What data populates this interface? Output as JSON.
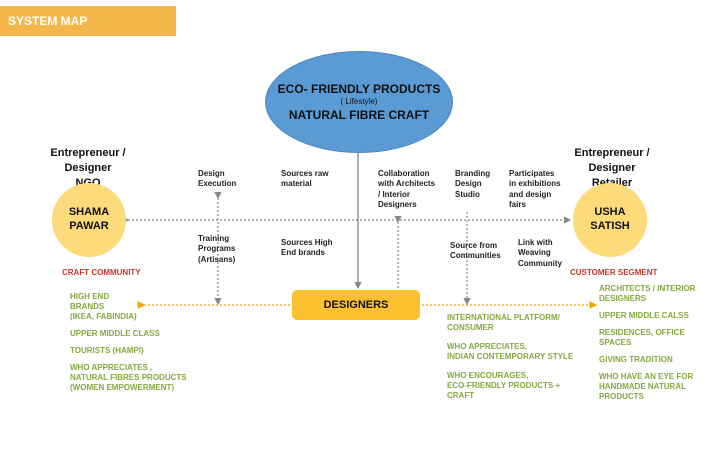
{
  "banner": "SYSTEM MAP",
  "center": {
    "line1": "ECO- FRIENDLY PRODUCTS",
    "line2": "( Lifestyle)",
    "line3": "NATURAL FIBRE CRAFT"
  },
  "left": {
    "role_line1": "Entrepreneur / Designer",
    "role_line2": "NGO",
    "name_line1": "SHAMA",
    "name_line2": "PAWAR",
    "segment_title": "CRAFT COMMUNITY",
    "items": [
      "HIGH END\nBRANDS\n(IKEA, FABINDIA)",
      "UPPER MIDDLE CLASS",
      "TOURISTS (HAMPI)",
      "WHO APPRECIATES ,\nNATURAL FIBRES PRODUCTS\n(WOMEN EMPOWERMENT)"
    ]
  },
  "right": {
    "role_line1": "Entrepreneur / Designer",
    "role_line2": "Retailer",
    "name_line1": "USHA",
    "name_line2": "SATISH",
    "segment_title": "CUSTOMER SEGMENT",
    "items": [
      "ARCHITECTS / INTERIOR\nDESIGNERS",
      "UPPER MIDDLE CALSS",
      "RESIDENCES, OFFICE\nSPACES",
      "GIVING TRADITION",
      "WHO HAVE AN EYE FOR\nHANDMADE NATURAL\nPRODUCTS"
    ]
  },
  "designers": "DESIGNERS",
  "center_items": [
    "INTERNATIONAL PLATFORM/\nCONSUMER",
    "WHO APPRECIATES,\nINDIAN CONTEMPORARY STYLE",
    "WHO ENCOURAGES,\nECO-FRIENDLY PRODUCTS +\nCRAFT"
  ],
  "labels": {
    "design_execution": "Design\nExecution",
    "training": "Training\nPrograms\n(Artisans)",
    "sources_raw": "Sources raw\nmaterial",
    "sources_high": "Sources High\nEnd brands",
    "collaboration": "Collaboration\nwith Architects\n/ Interior\nDesigners",
    "branding": "Branding\nDesign\nStudio",
    "participates": "Participates\nin exhibitions\nand design\nfairs",
    "source_communities": "Source from\nCommunities",
    "link_weaving": "Link with\nWeaving\nCommunity"
  },
  "colors": {
    "banner": "#f5b74a",
    "ellipse": "#5b9bd5",
    "circle": "#fdda7a",
    "designers": "#fdc02f",
    "segment_title": "#c0392b",
    "list_text": "#84a93f"
  }
}
